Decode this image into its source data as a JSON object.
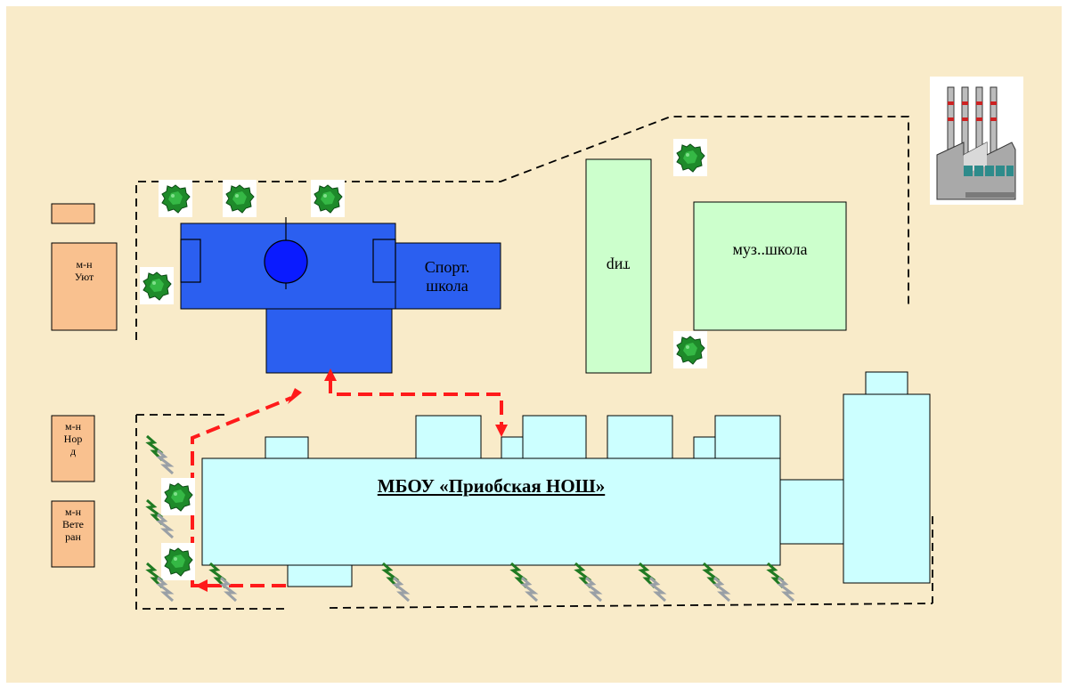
{
  "title": "МБОУ «Приобская НОШ»",
  "labels": {
    "shop_uyut": [
      "м-н",
      "Уют"
    ],
    "shop_nord": [
      "м-н",
      "Нор",
      "д"
    ],
    "shop_veteran": [
      "м-н",
      "Вете",
      "ран"
    ],
    "sport_school": [
      "Спорт.",
      "школа"
    ],
    "tir": "тир",
    "music_school": "муз..школа"
  },
  "colors": {
    "background": "#f9ebc9",
    "sport_blue": "#2b5ff0",
    "school_cyan": "#ccffff",
    "music_green": "#ccffcc",
    "shop_orange": "#f9c18f",
    "route_red": "#ff1a1a"
  },
  "icons": [
    "tree-icon",
    "factory-icon",
    "lightning-icon"
  ]
}
